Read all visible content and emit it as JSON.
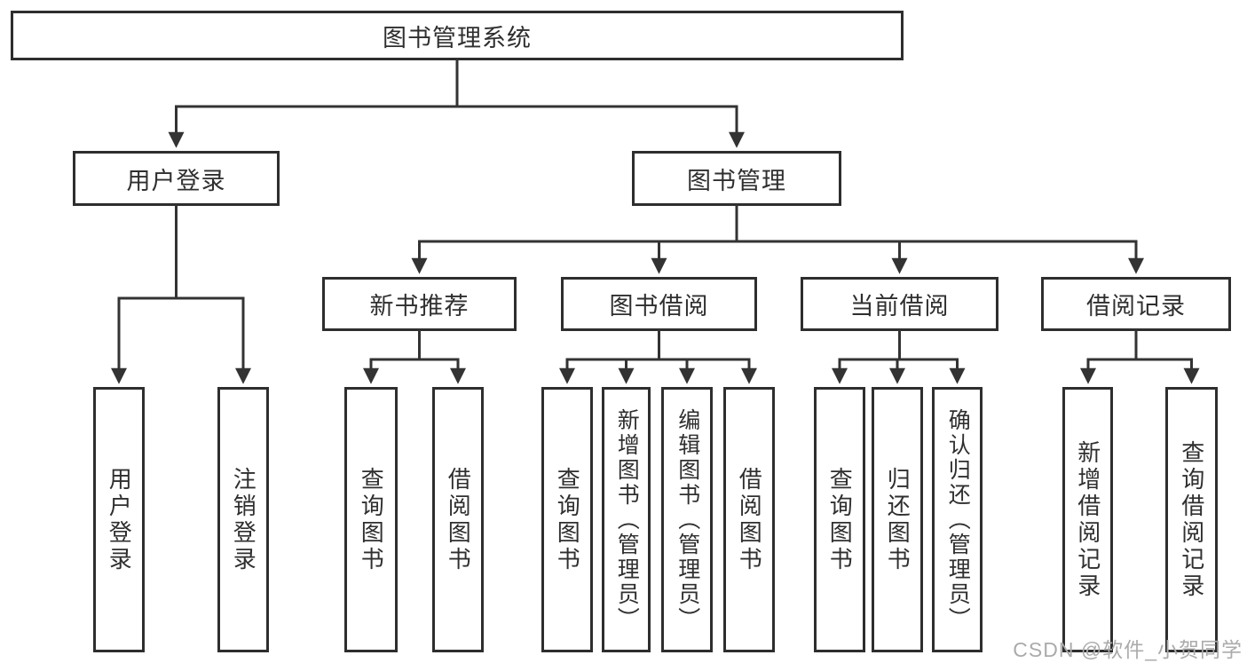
{
  "diagram_type": "hierarchy-tree",
  "tree": {
    "label": "图书管理系统",
    "children": [
      {
        "label": "用户登录",
        "children": [
          {
            "label": "用户登录"
          },
          {
            "label": "注销登录"
          }
        ]
      },
      {
        "label": "图书管理",
        "children": [
          {
            "label": "新书推荐",
            "children": [
              {
                "label": "查询图书"
              },
              {
                "label": "借阅图书"
              }
            ]
          },
          {
            "label": "图书借阅",
            "children": [
              {
                "label": "查询图书"
              },
              {
                "label": "新增图书（管理员）"
              },
              {
                "label": "编辑图书（管理员）"
              },
              {
                "label": "借阅图书"
              }
            ]
          },
          {
            "label": "当前借阅",
            "children": [
              {
                "label": "查询图书"
              },
              {
                "label": "归还图书"
              },
              {
                "label": "确认归还（管理员）"
              }
            ]
          },
          {
            "label": "借阅记录",
            "children": [
              {
                "label": "新增借阅记录"
              },
              {
                "label": "查询借阅记录"
              }
            ]
          }
        ]
      }
    ]
  },
  "watermark": {
    "text": "CSDN @软件_小贺同学"
  },
  "colors": {
    "line": "#333333",
    "box_border": "#2e2e2e",
    "text": "#2f2f2f",
    "watermark": "#ababab",
    "background": "#ffffff"
  }
}
